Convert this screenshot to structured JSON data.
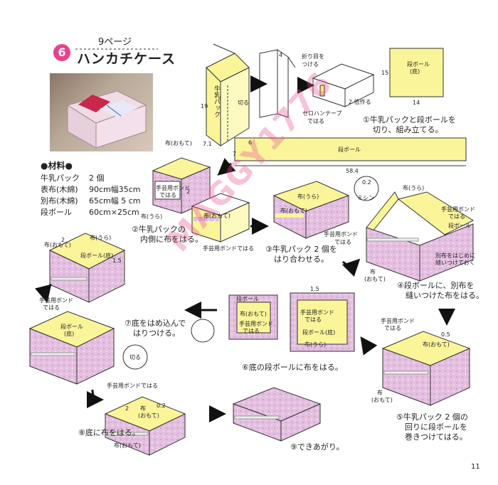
{
  "header": {
    "number": "6",
    "page_ref": "9ページ",
    "title": "ハンカチケース"
  },
  "materials": {
    "heading": "●材料●",
    "rows": [
      {
        "name": "牛乳パック",
        "value": "2 個"
      },
      {
        "name": "表布(木綿)",
        "value": "90cm幅35cm"
      },
      {
        "name": "別布(木綿)",
        "value": "65cm幅 5 cm"
      },
      {
        "name": "段ボール",
        "value": "60cm×25cm"
      }
    ]
  },
  "steps": {
    "s1": {
      "line1": "①牛乳パックと段ボールを",
      "line2": "切り、組み立てる。"
    },
    "s2": {
      "line1": "②牛乳パックの",
      "line2": "内側に布をはる。"
    },
    "s3": {
      "line1": "③牛乳パック 2 個を",
      "line2": "はり合わせる。"
    },
    "s4": {
      "line1": "④段ボールに、別布を",
      "line2": "縫いつけた布をはる。"
    },
    "s5": {
      "line1": "⑤牛乳パック 2 個の",
      "line2": "回りに段ボールを",
      "line3": "巻きつけてはる。"
    },
    "s6": {
      "line1": "⑥底の段ボールに布をはる。"
    },
    "s7": {
      "line1": "⑦底をはめ込んで",
      "line2": "はりつける。"
    },
    "s8": {
      "line1": "⑧底に布をはる。"
    },
    "s9": {
      "line1": "⑨できあがり。"
    }
  },
  "labels": {
    "milk_pack": "牛乳パック",
    "cut": "切る",
    "fold_line": "折り目を",
    "fold_line2": "つける",
    "tape": "セロハンテープ",
    "tape2": "ではる",
    "double": "2 倍作る",
    "cardboard": "段ボール",
    "cardboard_bottom": "段ボール",
    "bottom": "(底)",
    "cardboard_b": "段ボール(底)",
    "cloth": "布",
    "cloth_front": "布(おもて)",
    "cloth_back": "布(うら)",
    "front": "(おもて)",
    "back": "(うら)",
    "bond": "手芸用ボンド",
    "bond2": "ではる",
    "bond_full": "手芸用ボンドではる",
    "betsu": "別布をはじめに",
    "betsu2": "縫いつけておく",
    "sewing": "ミシン",
    "dim_19": "19",
    "dim_7": "7",
    "dim_6": "6",
    "dim_71": "7.1",
    "dim_4": "4",
    "dim_15": "15",
    "dim_14": "14",
    "dim_584": "58.4",
    "dim_2": "2",
    "dim_15b": "1.5",
    "dim_02": "0.2",
    "dim_05": "0.5"
  },
  "watermark": "MAGGY1776",
  "page_number": "11",
  "colors": {
    "yellow": "#fbf59a",
    "pink": "#e4bfe0",
    "pink_dark": "#c99cc6",
    "accent": "#e8428c",
    "cardboard": "#fff8a8"
  }
}
